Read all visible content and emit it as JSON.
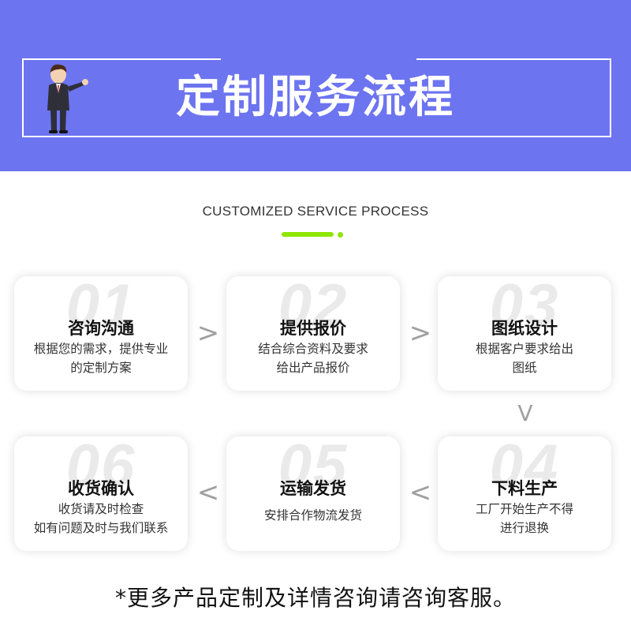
{
  "banner": {
    "title": "定制服务流程",
    "background": "#6c74f0"
  },
  "subtitle": "CUSTOMIZED SERVICE PROCESS",
  "accent_color": "#8fe600",
  "steps": [
    {
      "number": "01",
      "title": "咨询沟通",
      "desc_lines": [
        "根据您的需求，提供专业",
        "的定制方案"
      ]
    },
    {
      "number": "02",
      "title": "提供报价",
      "desc_lines": [
        "结合综合资料及要求",
        "给出产品报价"
      ]
    },
    {
      "number": "03",
      "title": "图纸设计",
      "desc_lines": [
        "根据客户要求给出",
        "图纸"
      ]
    },
    {
      "number": "04",
      "title": "下料生产",
      "desc_lines": [
        "工厂开始生产不得",
        "进行退换"
      ]
    },
    {
      "number": "05",
      "title": "运输发货",
      "desc_lines": [
        "安排合作物流发货",
        ""
      ]
    },
    {
      "number": "06",
      "title": "收货确认",
      "desc_lines": [
        "收货请及时检查",
        "如有问题及时与我们联系"
      ]
    }
  ],
  "arrows": {
    "right": ">",
    "left": "<",
    "down": "V"
  },
  "footer": "*更多产品定制及详情咨询请咨询客服。"
}
